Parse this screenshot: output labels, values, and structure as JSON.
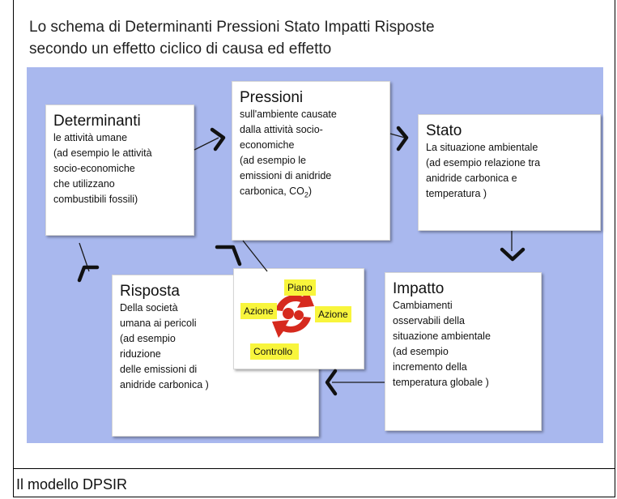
{
  "heading": {
    "line1": "Lo schema di Determinanti Pressioni Stato Impatti Risposte",
    "line2": "secondo un effetto ciclico di causa ed effetto"
  },
  "boxes": {
    "determinanti": {
      "title": "Determinanti",
      "text": "le attività umane\n(ad esempio le attività\nsocio-economiche\nche utilizzano\ncombustibili fossili)"
    },
    "pressioni": {
      "title": "Pressioni",
      "text_main": "sull'ambiente causate\ndalla attività socio-\neconomiche\n(ad esempio le\nemissioni di anidride\ncarbonica, CO",
      "text_sub": "2",
      "text_end": ")"
    },
    "stato": {
      "title": "Stato",
      "text": "La situazione ambientale\n(ad esempio relazione tra\nanidride carbonica e\ntemperatura )"
    },
    "impatto": {
      "title": "Impatto",
      "text": "Cambiamenti\nosservabili della\nsituazione ambientale\n(ad esempio\nincremento della\ntemperatura globale )"
    },
    "risposta": {
      "title": "Risposta",
      "text": "Della società\numana ai pericoli\n(ad esempio\nriduzione\ndelle emissioni di\nanidride carbonica )"
    }
  },
  "cycle": {
    "piano": "Piano",
    "azione_left": "Azione",
    "azione_right": "Azione",
    "controllo": "Controllo"
  },
  "caption": "Il modello DPSIR",
  "colors": {
    "panel": "#a9b8ee",
    "tag": "#f8f53c",
    "cycle_arrow": "#d62a1e",
    "connector": "#1a1a1a"
  }
}
